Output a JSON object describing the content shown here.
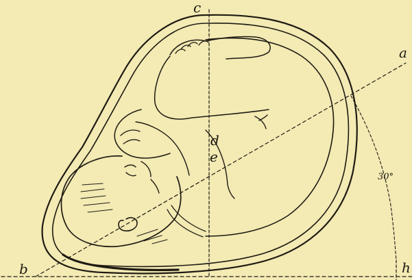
{
  "figure": {
    "labels": {
      "c": "c",
      "a": "a",
      "b": "b",
      "h": "h",
      "d": "d",
      "e": "e",
      "angle": "30°"
    }
  }
}
